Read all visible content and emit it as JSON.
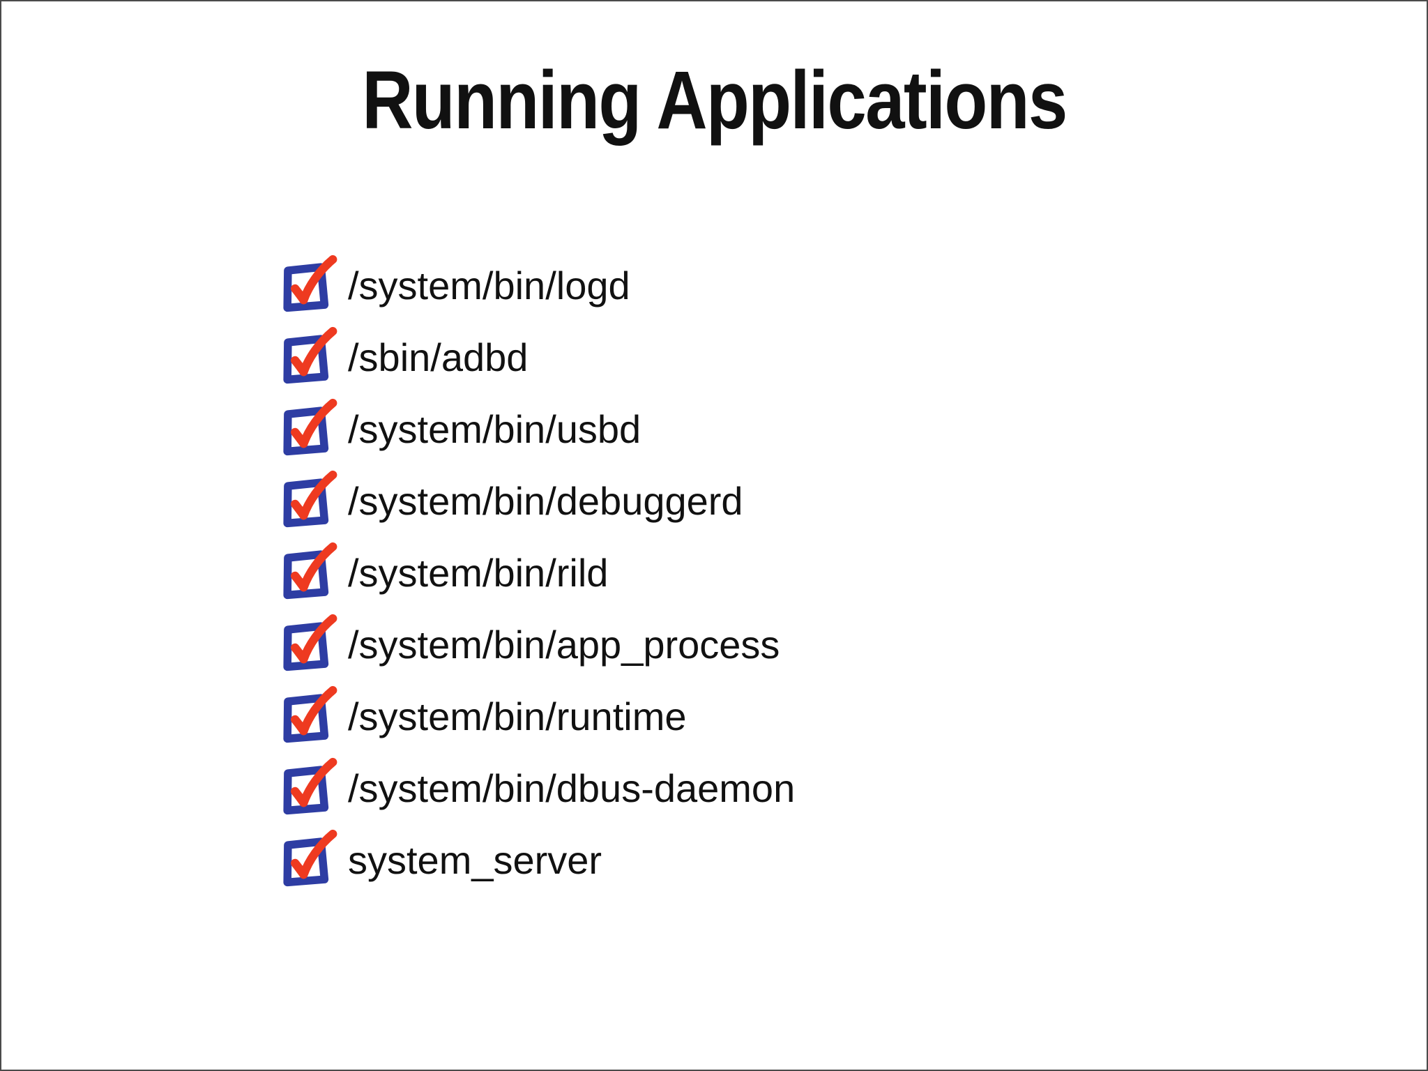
{
  "slide": {
    "title": "Running Applications"
  },
  "list": {
    "items": [
      {
        "label": "/system/bin/logd",
        "checked": true
      },
      {
        "label": "/sbin/adbd",
        "checked": true
      },
      {
        "label": "/system/bin/usbd",
        "checked": true
      },
      {
        "label": "/system/bin/debuggerd",
        "checked": true
      },
      {
        "label": "/system/bin/rild",
        "checked": true
      },
      {
        "label": "/system/bin/app_process",
        "checked": true
      },
      {
        "label": "/system/bin/runtime",
        "checked": true
      },
      {
        "label": "/system/bin/dbus-daemon",
        "checked": true
      },
      {
        "label": "system_server",
        "checked": true
      }
    ]
  },
  "icons": {
    "checkbox": "checked-checkbox-icon"
  },
  "colors": {
    "checkbox_blue": "#2e3da3",
    "check_red": "#ee3a20",
    "text": "#111111",
    "page_border": "#4a4a4a",
    "background": "#ffffff"
  }
}
